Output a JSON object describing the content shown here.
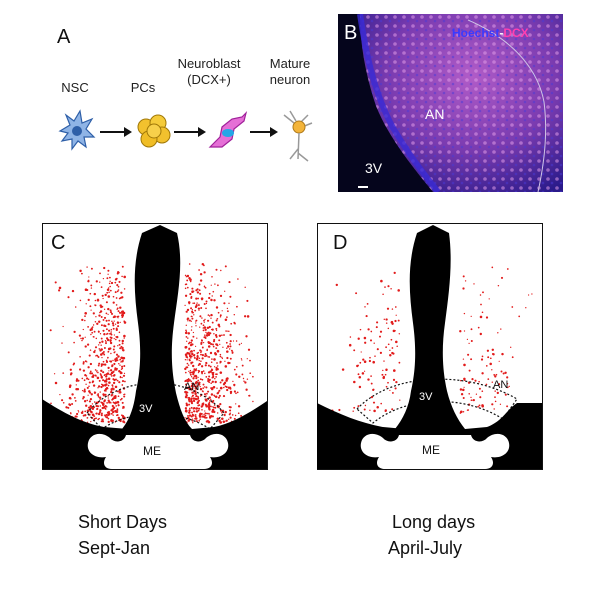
{
  "panel_a": {
    "letter": "A",
    "stages": [
      {
        "label": "NSC",
        "icon": "nsc-cell-icon"
      },
      {
        "label": "PCs",
        "icon": "progenitor-cluster-icon"
      },
      {
        "label": "Neuroblast\n(DCX+)",
        "icon": "neuroblast-icon"
      },
      {
        "label": "Mature\nneuron",
        "icon": "mature-neuron-icon"
      }
    ],
    "arrow_icon": "right-arrow-icon"
  },
  "panel_b": {
    "letter": "B",
    "legend_prefix": "Hoechst",
    "legend_sep": "-",
    "legend_marker": "DCX",
    "region_label": "AN",
    "ventricle_label": "3V",
    "colors": {
      "nuclei": "#3a2bd6",
      "dcx": "#d22aa8",
      "background": "#05051c"
    }
  },
  "panel_c": {
    "letter": "C",
    "ventricle_label": "3V",
    "region_label": "AN",
    "eminence_label": "ME",
    "dot_density": "high",
    "dot_color": "#e21b1b"
  },
  "panel_d": {
    "letter": "D",
    "ventricle_label": "3V",
    "region_label": "AN",
    "eminence_label": "ME",
    "dot_density": "low",
    "dot_color": "#e21b1b"
  },
  "captions": {
    "left_line1": "Short Days",
    "left_line2": "Sept-Jan",
    "right_line1": "Long days",
    "right_line2": "April-July"
  }
}
